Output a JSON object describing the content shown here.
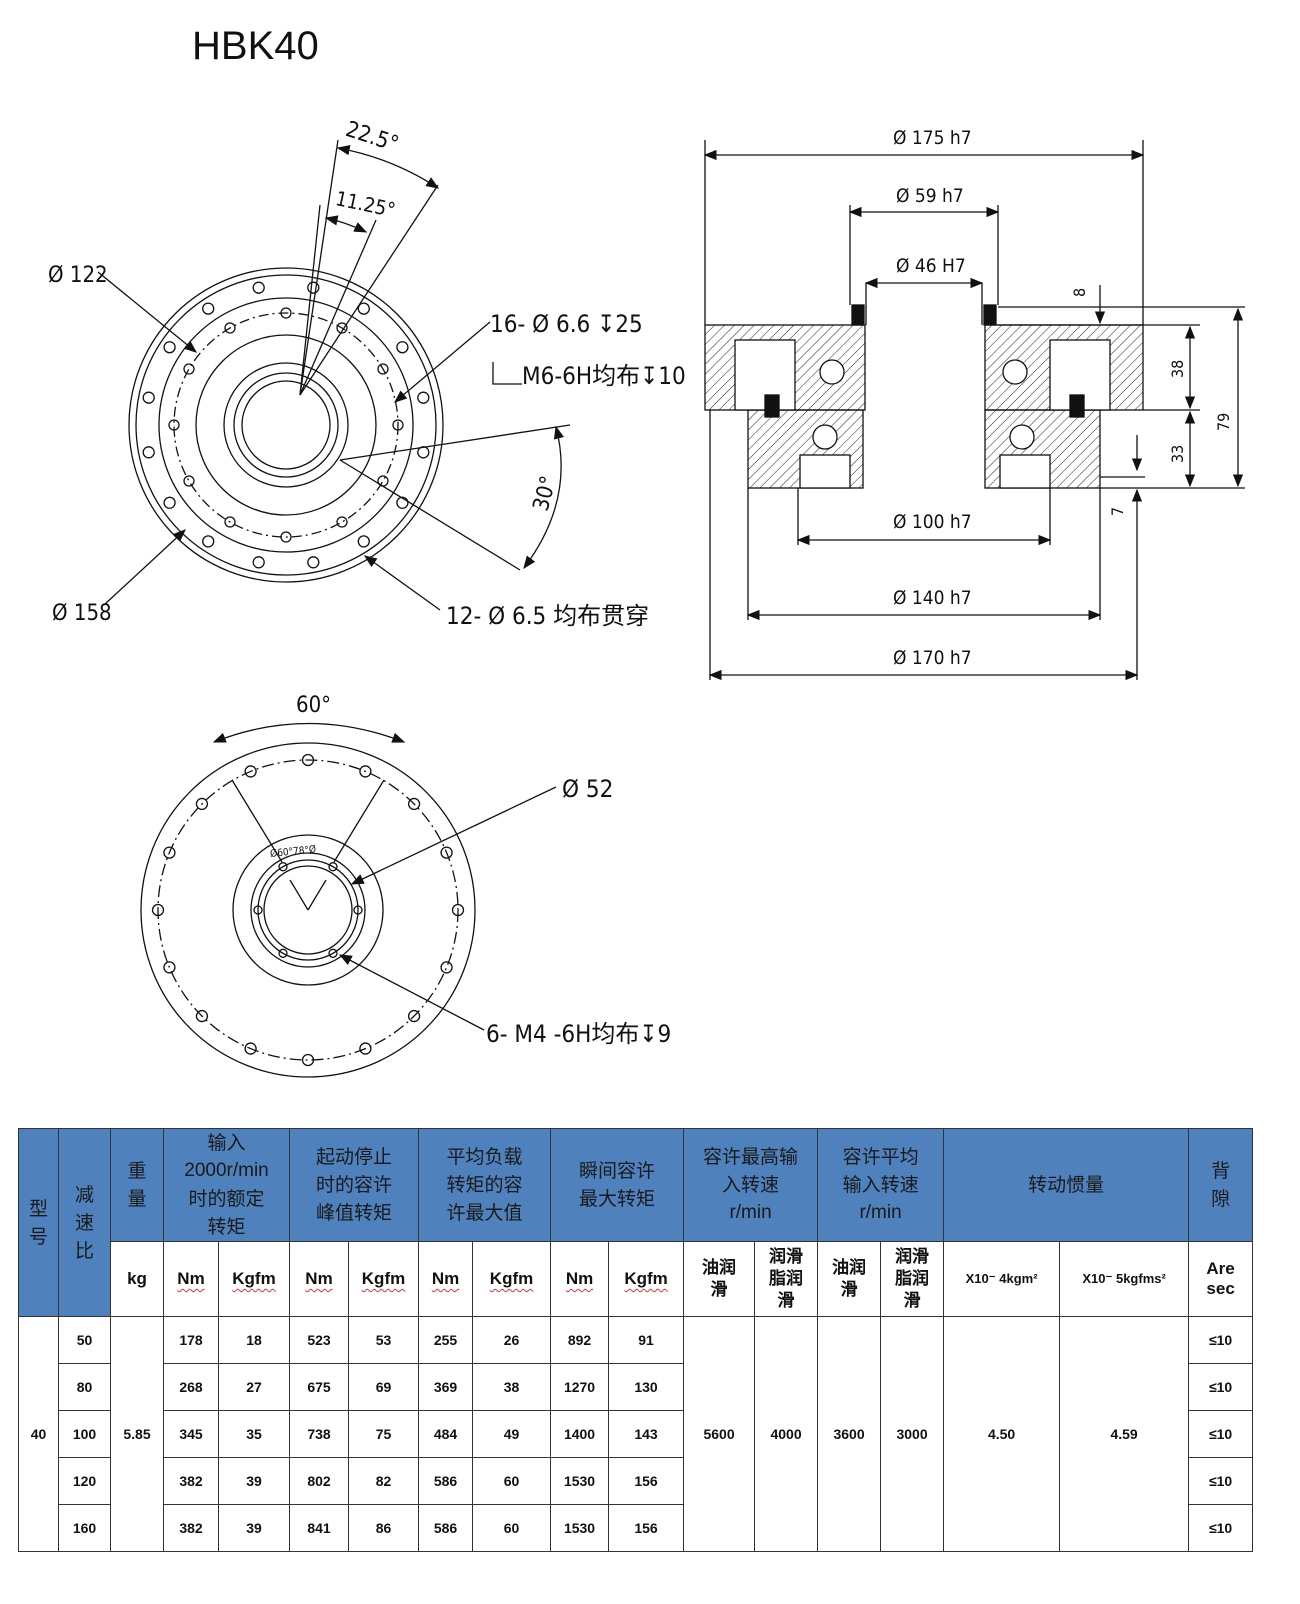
{
  "title": "HBK40",
  "front_view": {
    "angle_22_5": "22.5°",
    "angle_11_25": "11.25°",
    "dia_122": "Ø 122",
    "dia_158": "Ø 158",
    "holes_16": "16- Ø 6.6 ↧25",
    "thread_m6": "M6-6H均布↧10",
    "angle_30": "30°",
    "holes_12": "12- Ø 6.5 均布贯穿"
  },
  "section_view": {
    "dia_175": "Ø 175 h7",
    "dia_59": "Ø 59 h7",
    "dia_46": "Ø 46 H7",
    "dim_8": "8",
    "dim_38": "38",
    "dim_33": "33",
    "dim_79": "79",
    "dim_7": "7",
    "dia_100": "Ø 100 h7",
    "dia_140": "Ø 140 h7",
    "dia_170": "Ø 170 h7"
  },
  "rear_view": {
    "angle_60": "60°",
    "dia_52": "Ø 52",
    "inner_mark": "Ø60°78°Ø",
    "holes_6": "6- M4 -6H均布↧9"
  },
  "table": {
    "header": {
      "model": "型号",
      "ratio": "减速比",
      "weight": "重量",
      "rated_torque": [
        "输入",
        "2000r/min",
        "时的额定",
        "转矩"
      ],
      "peak_torque": [
        "起动停止",
        "时的容许",
        "峰值转矩"
      ],
      "avg_torque": [
        "平均负载",
        "转矩的容",
        "许最大值"
      ],
      "momentary_torque": [
        "瞬间容许",
        "最大转矩"
      ],
      "max_input_speed": [
        "容许最高输",
        "入转速",
        "r/min"
      ],
      "avg_input_speed": [
        "容许平均",
        "输入转速",
        "r/min"
      ],
      "inertia": "转动惯量",
      "backlash": "背隙"
    },
    "units": {
      "kg": "kg",
      "nm": "Nm",
      "kgfm": "Kgfm",
      "oil": "油润滑",
      "grease": "润滑脂润滑",
      "inertia_1": "X10⁻ 4kgm²",
      "inertia_2": "X10⁻ 5kgfms²",
      "arcsec": "Are sec"
    },
    "model": "40",
    "weight": "5.85",
    "max_speed_oil": "5600",
    "max_speed_grease": "4000",
    "avg_speed_oil": "3600",
    "avg_speed_grease": "3000",
    "inertia_kgm2": "4.50",
    "inertia_kgfms2": "4.59",
    "rows": [
      {
        "ratio": "50",
        "rated_nm": "178",
        "rated_kgfm": "18",
        "peak_nm": "523",
        "peak_kgfm": "53",
        "avg_nm": "255",
        "avg_kgfm": "26",
        "mom_nm": "892",
        "mom_kgfm": "91",
        "backlash": "≤10"
      },
      {
        "ratio": "80",
        "rated_nm": "268",
        "rated_kgfm": "27",
        "peak_nm": "675",
        "peak_kgfm": "69",
        "avg_nm": "369",
        "avg_kgfm": "38",
        "mom_nm": "1270",
        "mom_kgfm": "130",
        "backlash": "≤10"
      },
      {
        "ratio": "100",
        "rated_nm": "345",
        "rated_kgfm": "35",
        "peak_nm": "738",
        "peak_kgfm": "75",
        "avg_nm": "484",
        "avg_kgfm": "49",
        "mom_nm": "1400",
        "mom_kgfm": "143",
        "backlash": "≤10"
      },
      {
        "ratio": "120",
        "rated_nm": "382",
        "rated_kgfm": "39",
        "peak_nm": "802",
        "peak_kgfm": "82",
        "avg_nm": "586",
        "avg_kgfm": "60",
        "mom_nm": "1530",
        "mom_kgfm": "156",
        "backlash": "≤10"
      },
      {
        "ratio": "160",
        "rated_nm": "382",
        "rated_kgfm": "39",
        "peak_nm": "841",
        "peak_kgfm": "86",
        "avg_nm": "586",
        "avg_kgfm": "60",
        "mom_nm": "1530",
        "mom_kgfm": "156",
        "backlash": "≤10"
      }
    ]
  }
}
